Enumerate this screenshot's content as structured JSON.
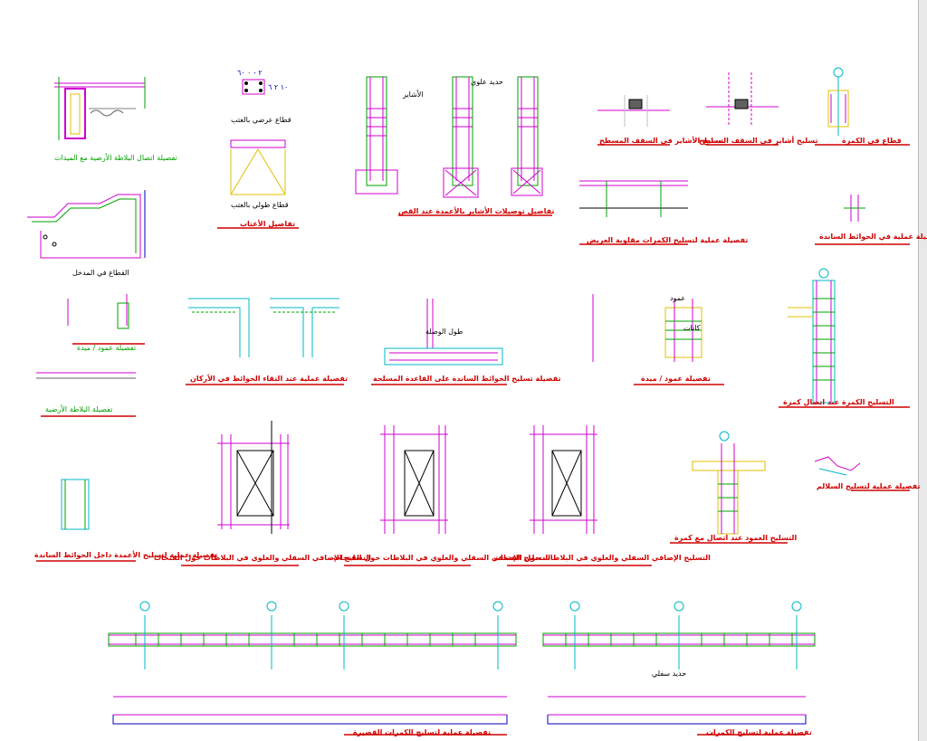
{
  "sheet": {
    "background": "#ffffff",
    "colors": {
      "rebar": "#d000d0",
      "stirrup": "#00a000",
      "dim": "#0000c0",
      "concrete": "#e0c000",
      "title": "#d00000",
      "cyan": "#00b8c8"
    }
  },
  "details": [
    {
      "id": "d1",
      "caption": "تفصيلة اتصال البلاطة الأرضية مع الميدات"
    },
    {
      "id": "d2",
      "caption": "قطاع عرضي بالعتب"
    },
    {
      "id": "d2b",
      "caption": "قطاع طولي بالعتب"
    },
    {
      "id": "d2c",
      "caption": "تفاصيل الأعتاب"
    },
    {
      "id": "d3",
      "caption": "تفاصيل توصيلات الأشاير بالأعمدة عند القص"
    },
    {
      "id": "d4",
      "caption": "تسليح الأشاير في السقف المسطح"
    },
    {
      "id": "d5",
      "caption": "تسليح أشاير في السقف المسطح"
    },
    {
      "id": "d6",
      "caption": "قطاع في الكمرة"
    },
    {
      "id": "d7",
      "caption": "القطاع في المدخل"
    },
    {
      "id": "d8",
      "caption": "تفصيلة عملية لتسليح الكمرات مقلوبة العريض"
    },
    {
      "id": "d9",
      "caption": "تفصيلة عملية في الحوائط الساندة"
    },
    {
      "id": "d10",
      "caption": "تفصيلة عمود / ميدة"
    },
    {
      "id": "d11",
      "caption": "تفصيلة البلاطة الأرضية"
    },
    {
      "id": "d12",
      "caption": "تفصيلة عملية عند التقاء الحوائط في الأركان"
    },
    {
      "id": "d13",
      "caption": "تفصيلة تسليح الحوائط الساندة على القاعدة المسلحة"
    },
    {
      "id": "d14",
      "caption": "تفصيلة عمود / ميدة"
    },
    {
      "id": "d15",
      "caption": "التسليح الكمرة عند اتصال كمرة"
    },
    {
      "id": "d16",
      "caption": "تفصيلة عملية لتسليح الأعمدة داخل الحوائط الساندة"
    },
    {
      "id": "d17",
      "caption": "التسليح الإضافي السفلي والعلوي في البلاطات حول الفتحات"
    },
    {
      "id": "d18",
      "caption": "التسليح الإضافي السفلي والعلوي في البلاطات حول الفتحات"
    },
    {
      "id": "d19",
      "caption": "التسليح الإضافي السفلي والعلوي في البلاطات حول الفتحات"
    },
    {
      "id": "d20",
      "caption": "التسليح العمود عند اتصال مع كمرة"
    },
    {
      "id": "d21",
      "caption": "تفصيلة عملية لتسليح السلالم"
    },
    {
      "id": "d22",
      "caption": "تفصيلة عملية لتسليح الكمرات القصيرة"
    },
    {
      "id": "d23",
      "caption": "تفصيلة عملية لتسليح الكمرات"
    }
  ],
  "notes": {
    "n1": "٢ - ٠ ٦٠",
    "n2": "١٠ ٢ ٦",
    "n3": "حديد علوي",
    "n4": "الأشاير",
    "n5": "كانات",
    "n6": "حديد سفلي",
    "n7": "عمود",
    "n8": "طول الوصلة"
  }
}
